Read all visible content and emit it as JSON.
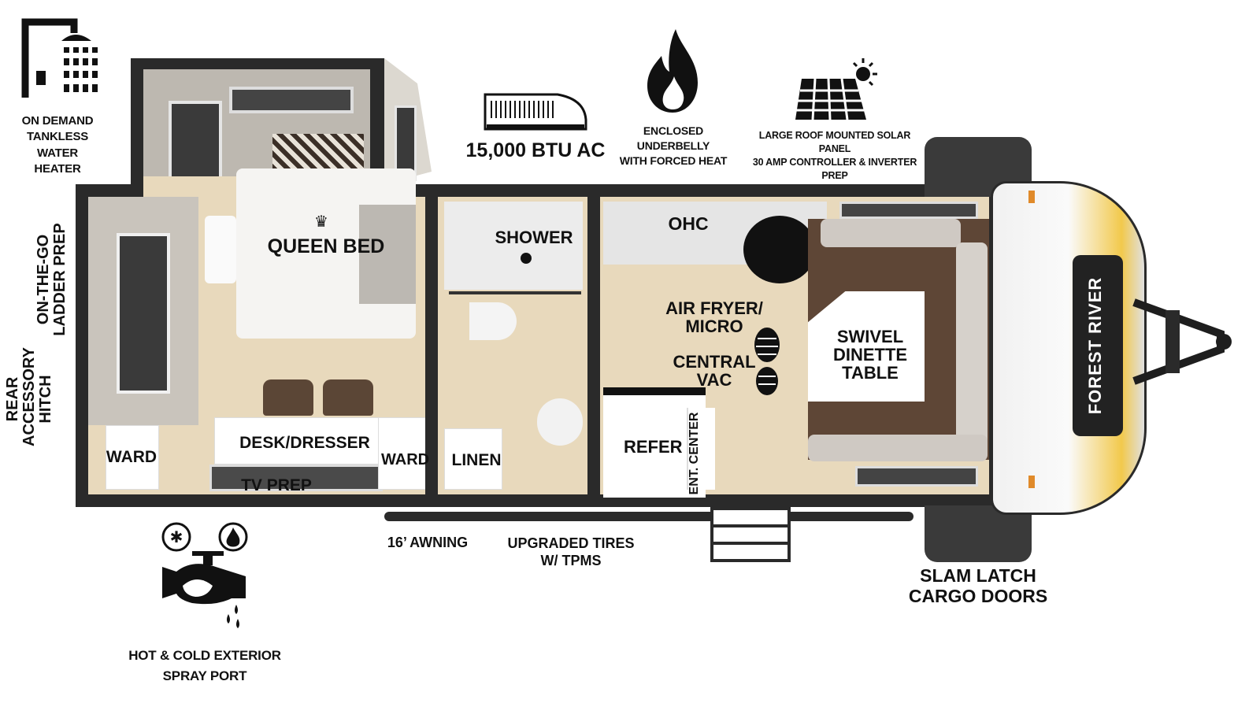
{
  "features": {
    "water_heater": "ON DEMAND\nTANKLESS\nWATER HEATER",
    "ac": "15,000 BTU AC",
    "underbelly": "ENCLOSED UNDERBELLY\nWITH FORCED HEAT",
    "solar": "LARGE ROOF MOUNTED SOLAR PANEL\n30 AMP CONTROLLER & INVERTER PREP",
    "ladder": "ON-THE-GO\nLADDER PREP",
    "hitch": "REAR\nACCESSORY\nHITCH",
    "spray_port": "HOT & COLD EXTERIOR\nSPRAY PORT",
    "awning": "16’ AWNING",
    "tires": "UPGRADED TIRES\nW/ TPMS",
    "cargo_doors": "SLAM LATCH\nCARGO DOORS"
  },
  "rooms": {
    "queen_bed": "QUEEN BED",
    "shower": "SHOWER",
    "ohc": "OHC",
    "air_fryer": "AIR FRYER/\nMICRO",
    "central_vac": "CENTRAL\nVAC",
    "dinette": "SWIVEL\nDINETTE\nTABLE",
    "ward_left": "WARD",
    "desk": "DESK/DRESSER",
    "tv": "TV PREP",
    "ward_right": "WARD",
    "linen": "LINEN",
    "refer": "REFER",
    "ent_center": "ENT. CENTER"
  },
  "brand": "FOREST RIVER",
  "colors": {
    "wall": "#2a2a2a",
    "floor": "#e8d9bc",
    "cabinet": "#ffffff",
    "sofa": "#cfc9c3"
  }
}
